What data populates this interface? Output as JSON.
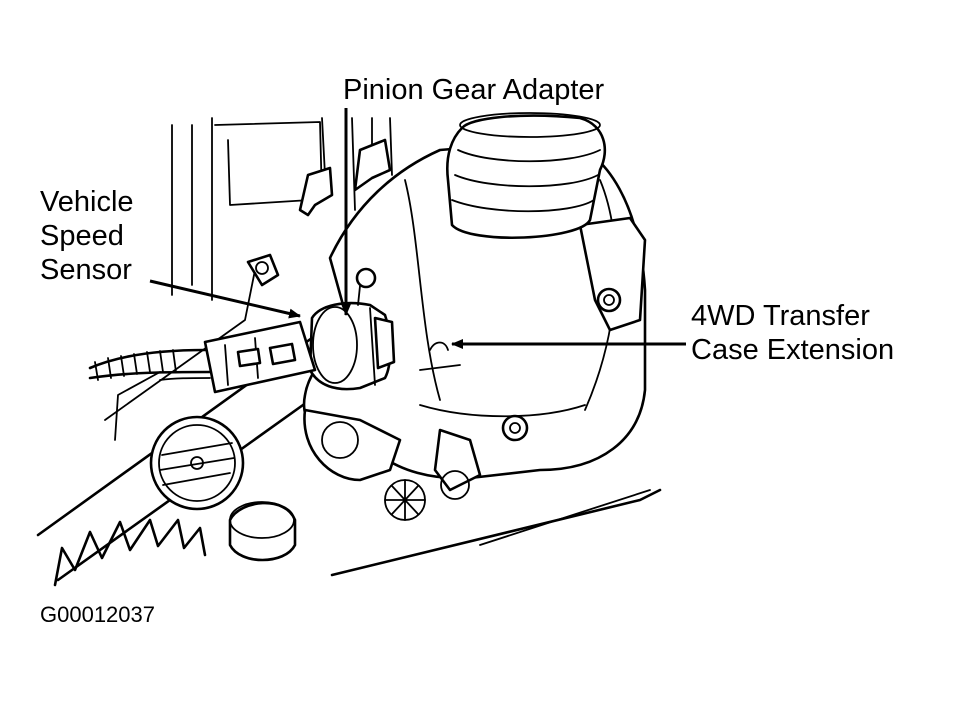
{
  "labels": {
    "pinion_gear_adapter": "Pinion Gear Adapter",
    "vehicle_speed_sensor": [
      "Vehicle",
      "Speed",
      "Sensor"
    ],
    "transfer_case_extension": [
      "4WD Transfer",
      "Case Extension"
    ]
  },
  "figure_code": "G00012037"
}
